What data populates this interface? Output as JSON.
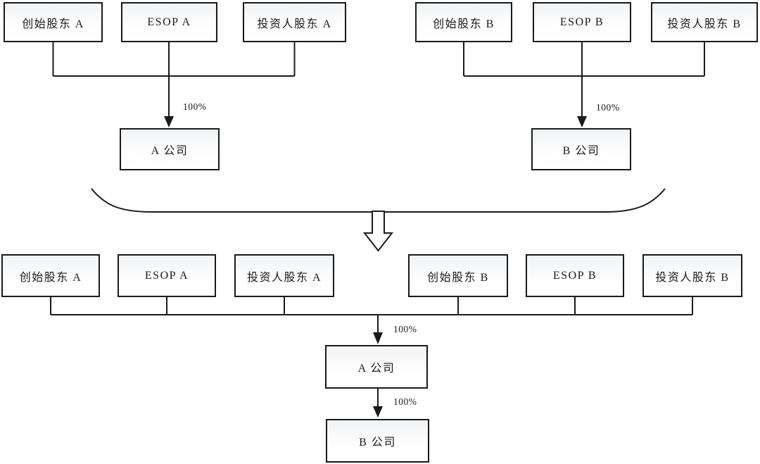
{
  "diagram": {
    "title_hint": "equity-structure-before-after",
    "colors": {
      "background": "#ffffff",
      "line": "#1a1a1a",
      "box_border": "#1a1a1a",
      "box_fill": "#fbfcfd",
      "text": "#1a1a1a"
    },
    "before": {
      "group_a": {
        "shareholders": [
          "创始股东 A",
          "ESOP A",
          "投资人股东 A"
        ],
        "ownership": "100%",
        "company": "A 公司"
      },
      "group_b": {
        "shareholders": [
          "创始股东 B",
          "ESOP B",
          "投资人股东 B"
        ],
        "ownership": "100%",
        "company": "B 公司"
      }
    },
    "after": {
      "shareholders": [
        "创始股东 A",
        "ESOP A",
        "投资人股东 A",
        "创始股东 B",
        "ESOP B",
        "投资人股东 B"
      ],
      "ownership_to_company_a": "100%",
      "company_a": "A 公司",
      "ownership_a_to_b": "100%",
      "company_b": "B 公司"
    }
  }
}
